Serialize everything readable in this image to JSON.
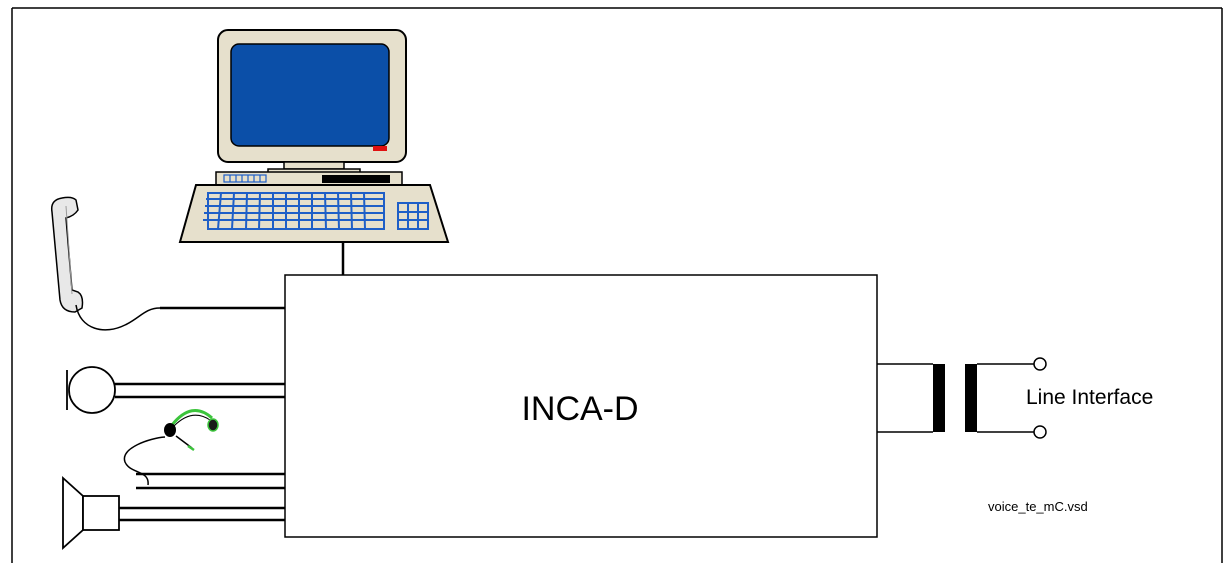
{
  "device": {
    "label": "INCA-D"
  },
  "line_interface": {
    "label": "Line Interface"
  },
  "file": {
    "name": "voice_te_mC.vsd"
  },
  "colors": {
    "screen": "#0b4fa8",
    "keyboard_fill": "#e6e0cc",
    "key_blue": "#1f5fc7",
    "led_red": "#e01010",
    "headset_green": "#3cc43c",
    "line": "#000000"
  },
  "icons": [
    "computer-icon",
    "telephone-handset-icon",
    "microphone-icon",
    "headset-icon",
    "loudspeaker-icon",
    "transformer-icon"
  ]
}
